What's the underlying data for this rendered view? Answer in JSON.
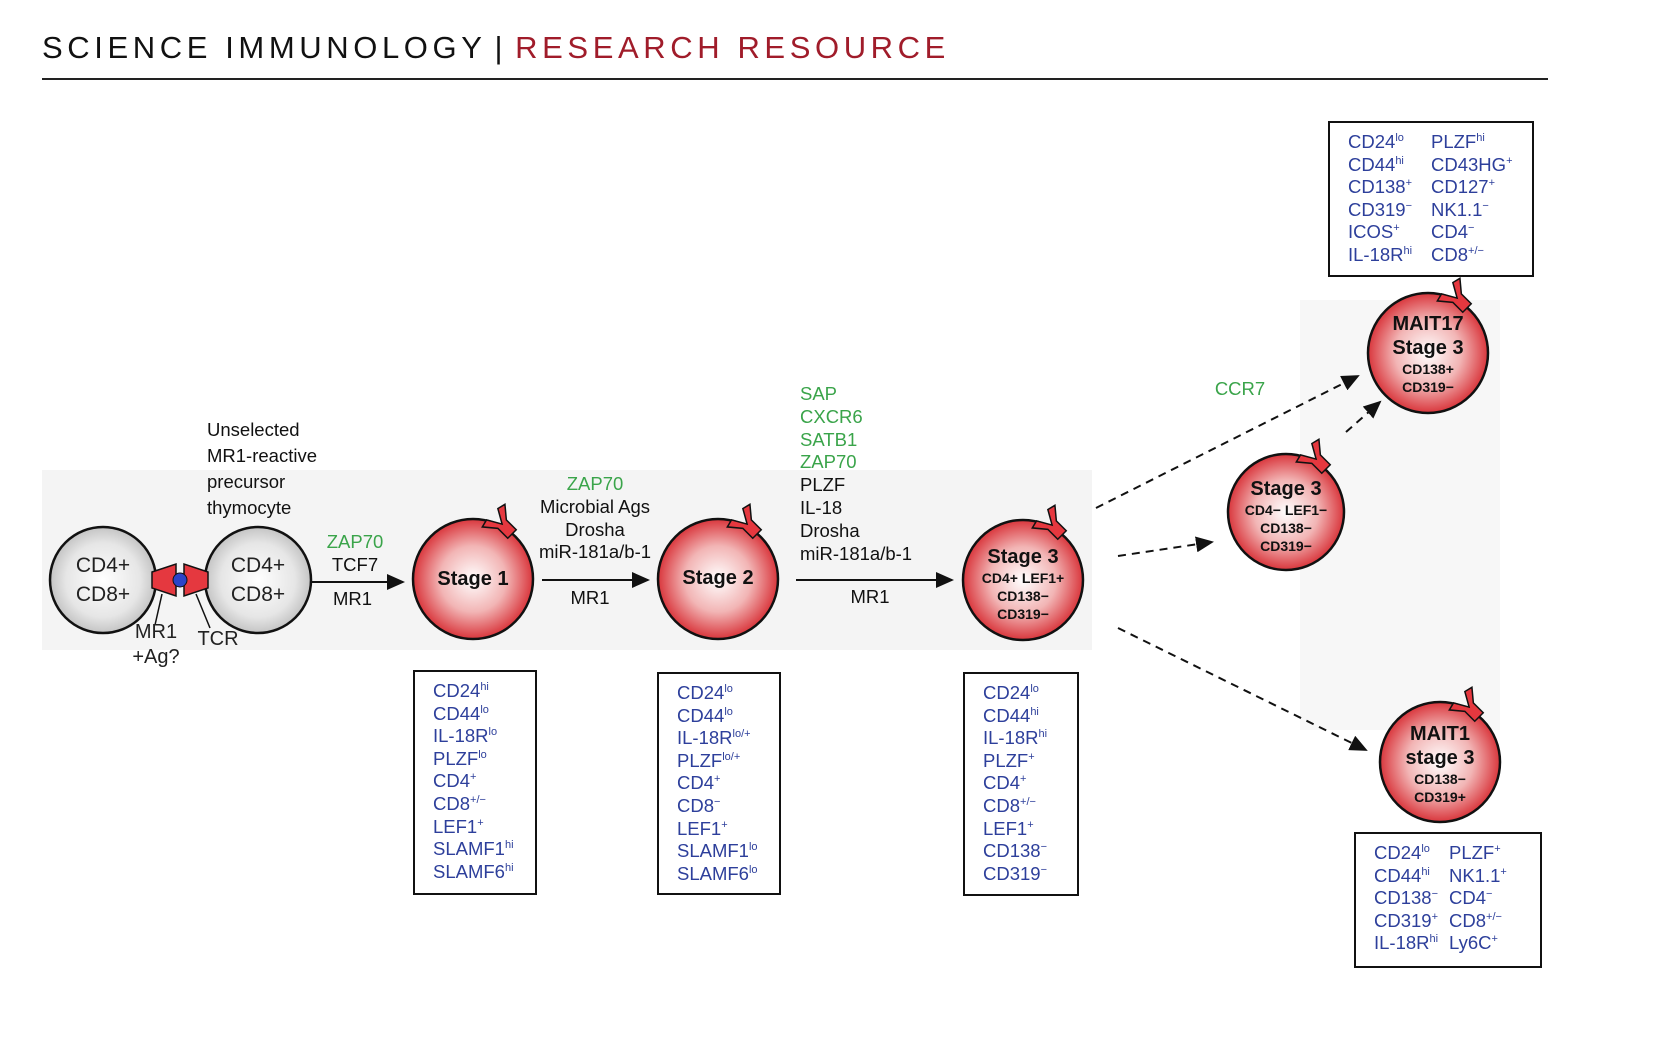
{
  "header": {
    "journal": "SCIENCE IMMUNOLOGY",
    "separator": "|",
    "section": "RESEARCH RESOURCE"
  },
  "precursor_note": [
    "Unselected",
    "MR1-reactive",
    "precursor",
    "thymocyte"
  ],
  "cells": {
    "left_cell": [
      "CD4+",
      "CD8+"
    ],
    "right_cell": [
      "CD4+",
      "CD8+"
    ],
    "mr1_label": [
      "MR1",
      "+Ag?"
    ],
    "tcr_label": "TCR",
    "stage1": "Stage 1",
    "stage2": "Stage 2",
    "stage3": {
      "title": "Stage 3",
      "lines": [
        "CD4+ LEF1+",
        "CD138−",
        "CD319−"
      ]
    },
    "stage3_mid": {
      "title": "Stage 3",
      "lines": [
        "CD4− LEF1−",
        "CD138−",
        "CD319−"
      ]
    },
    "mait17": {
      "title": "MAIT17",
      "subtitle": "Stage 3",
      "lines": [
        "CD138+",
        "CD319−"
      ]
    },
    "mait1": {
      "title": "MAIT1",
      "subtitle": "stage 3",
      "lines": [
        "CD138−",
        "CD319+"
      ]
    }
  },
  "transitions": {
    "t1": {
      "above": [
        "ZAP70",
        "TCF7"
      ],
      "above_colors": [
        "green",
        "black"
      ],
      "below": "MR1"
    },
    "t2": {
      "above": [
        "ZAP70",
        "Microbial Ags",
        "Drosha",
        "miR-181a/b-1"
      ],
      "above_colors": [
        "green",
        "black",
        "black",
        "black"
      ],
      "below": "MR1"
    },
    "t3": {
      "above": [
        "SAP",
        "CXCR6",
        "SATB1",
        "ZAP70",
        "PLZF",
        "IL-18",
        "Drosha",
        "miR-181a/b-1"
      ],
      "above_colors": [
        "green",
        "green",
        "green",
        "green",
        "black",
        "black",
        "black",
        "black"
      ],
      "below": "MR1"
    },
    "ccr7": "CCR7"
  },
  "marker_boxes": {
    "stage1": [
      [
        "CD24",
        "hi"
      ],
      [
        "CD44",
        "lo"
      ],
      [
        "IL-18R",
        "lo"
      ],
      [
        "PLZF",
        "lo"
      ],
      [
        "CD4",
        "+"
      ],
      [
        "CD8",
        "+/−"
      ],
      [
        "LEF1",
        "+"
      ],
      [
        "SLAMF1",
        "hi"
      ],
      [
        "SLAMF6",
        "hi"
      ]
    ],
    "stage2": [
      [
        "CD24",
        "lo"
      ],
      [
        "CD44",
        "lo"
      ],
      [
        "IL-18R",
        "lo/+"
      ],
      [
        "PLZF",
        "lo/+"
      ],
      [
        "CD4",
        "+"
      ],
      [
        "CD8",
        "−"
      ],
      [
        "LEF1",
        "+"
      ],
      [
        "SLAMF1",
        "lo"
      ],
      [
        "SLAMF6",
        "lo"
      ]
    ],
    "stage3": [
      [
        "CD24",
        "lo"
      ],
      [
        "CD44",
        "hi"
      ],
      [
        "IL-18R",
        "hi"
      ],
      [
        "PLZF",
        "+"
      ],
      [
        "CD4",
        "+"
      ],
      [
        "CD8",
        "+/−"
      ],
      [
        "LEF1",
        "+"
      ],
      [
        "CD138",
        "−"
      ],
      [
        "CD319",
        "−"
      ]
    ],
    "mait17_left": [
      [
        "CD24",
        "lo"
      ],
      [
        "CD44",
        "hi"
      ],
      [
        "CD138",
        "+"
      ],
      [
        "CD319",
        "−"
      ],
      [
        "ICOS",
        "+"
      ],
      [
        "IL-18R",
        "hi"
      ]
    ],
    "mait17_right": [
      [
        "PLZF",
        "hi"
      ],
      [
        "CD43HG",
        "+"
      ],
      [
        "CD127",
        "+"
      ],
      [
        "NK1.1",
        "−"
      ],
      [
        "CD4",
        "−"
      ],
      [
        "CD8",
        "+/−"
      ]
    ],
    "mait1_left": [
      [
        "CD24",
        "lo"
      ],
      [
        "CD44",
        "hi"
      ],
      [
        "CD138",
        "−"
      ],
      [
        "CD319",
        "+"
      ],
      [
        "IL-18R",
        "hi"
      ]
    ],
    "mait1_right": [
      [
        "PLZF",
        "+"
      ],
      [
        "NK1.1",
        "+"
      ],
      [
        "CD4",
        "−"
      ],
      [
        "CD8",
        "+/−"
      ],
      [
        "Ly6C",
        "+"
      ]
    ]
  },
  "colors": {
    "marker_blue": "#2d3f9b",
    "factor_green": "#3aa44a",
    "cell_red": "#d9363c",
    "journal_red": "#a01c2a"
  }
}
